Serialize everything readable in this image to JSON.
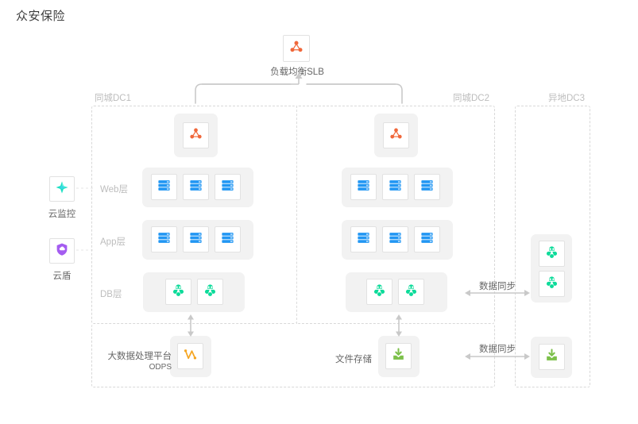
{
  "page": {
    "title": "众安保险",
    "bg": "#ffffff"
  },
  "colors": {
    "slb_orange": "#f0673a",
    "ecs_blue": "#2196f3",
    "rds_green": "#0ddb9a",
    "oss_green": "#7cc04a",
    "odps_orange": "#f5a623",
    "monitor_teal": "#1ee0c4",
    "shield_purple": "#a45cf0",
    "region_dash": "#d8d8d8",
    "pad_gray": "#f2f2f2",
    "label_gray": "#bdbdbd",
    "label_dark": "#666666"
  },
  "top": {
    "slb": {
      "label": "负载均衡SLB",
      "icon": "slb-icon"
    }
  },
  "sidebar": {
    "items": [
      {
        "label": "云监控",
        "icon": "cloud-monitor-icon"
      },
      {
        "label": "云盾",
        "icon": "cloud-shield-icon"
      }
    ]
  },
  "layer_labels": [
    {
      "label": "Web层"
    },
    {
      "label": "App层"
    },
    {
      "label": "DB层"
    }
  ],
  "regions": [
    {
      "id": "dc1",
      "label": "同城DC1",
      "slb": {
        "icon": "slb-icon",
        "count": 1
      },
      "web": {
        "icon": "ecs-icon",
        "count": 3
      },
      "app": {
        "icon": "ecs-icon",
        "count": 3
      },
      "db": {
        "icon": "rds-icon",
        "count": 2
      }
    },
    {
      "id": "dc2",
      "label": "同城DC2",
      "slb": {
        "icon": "slb-icon",
        "count": 1
      },
      "web": {
        "icon": "ecs-icon",
        "count": 3
      },
      "app": {
        "icon": "ecs-icon",
        "count": 3
      },
      "db": {
        "icon": "rds-icon",
        "count": 2
      }
    },
    {
      "id": "dc3",
      "label": "异地DC3",
      "db": {
        "icon": "rds-icon",
        "count": 2
      },
      "storage": {
        "icon": "oss-icon",
        "count": 1
      }
    }
  ],
  "bottom": {
    "odps": {
      "label_line1": "大数据处理平台",
      "label_line2": "ODPS",
      "icon": "odps-icon"
    },
    "storage": {
      "label": "文件存储",
      "icon": "oss-icon"
    }
  },
  "sync_arrows": [
    {
      "label": "数据同步"
    },
    {
      "label": "数据同步"
    }
  ]
}
